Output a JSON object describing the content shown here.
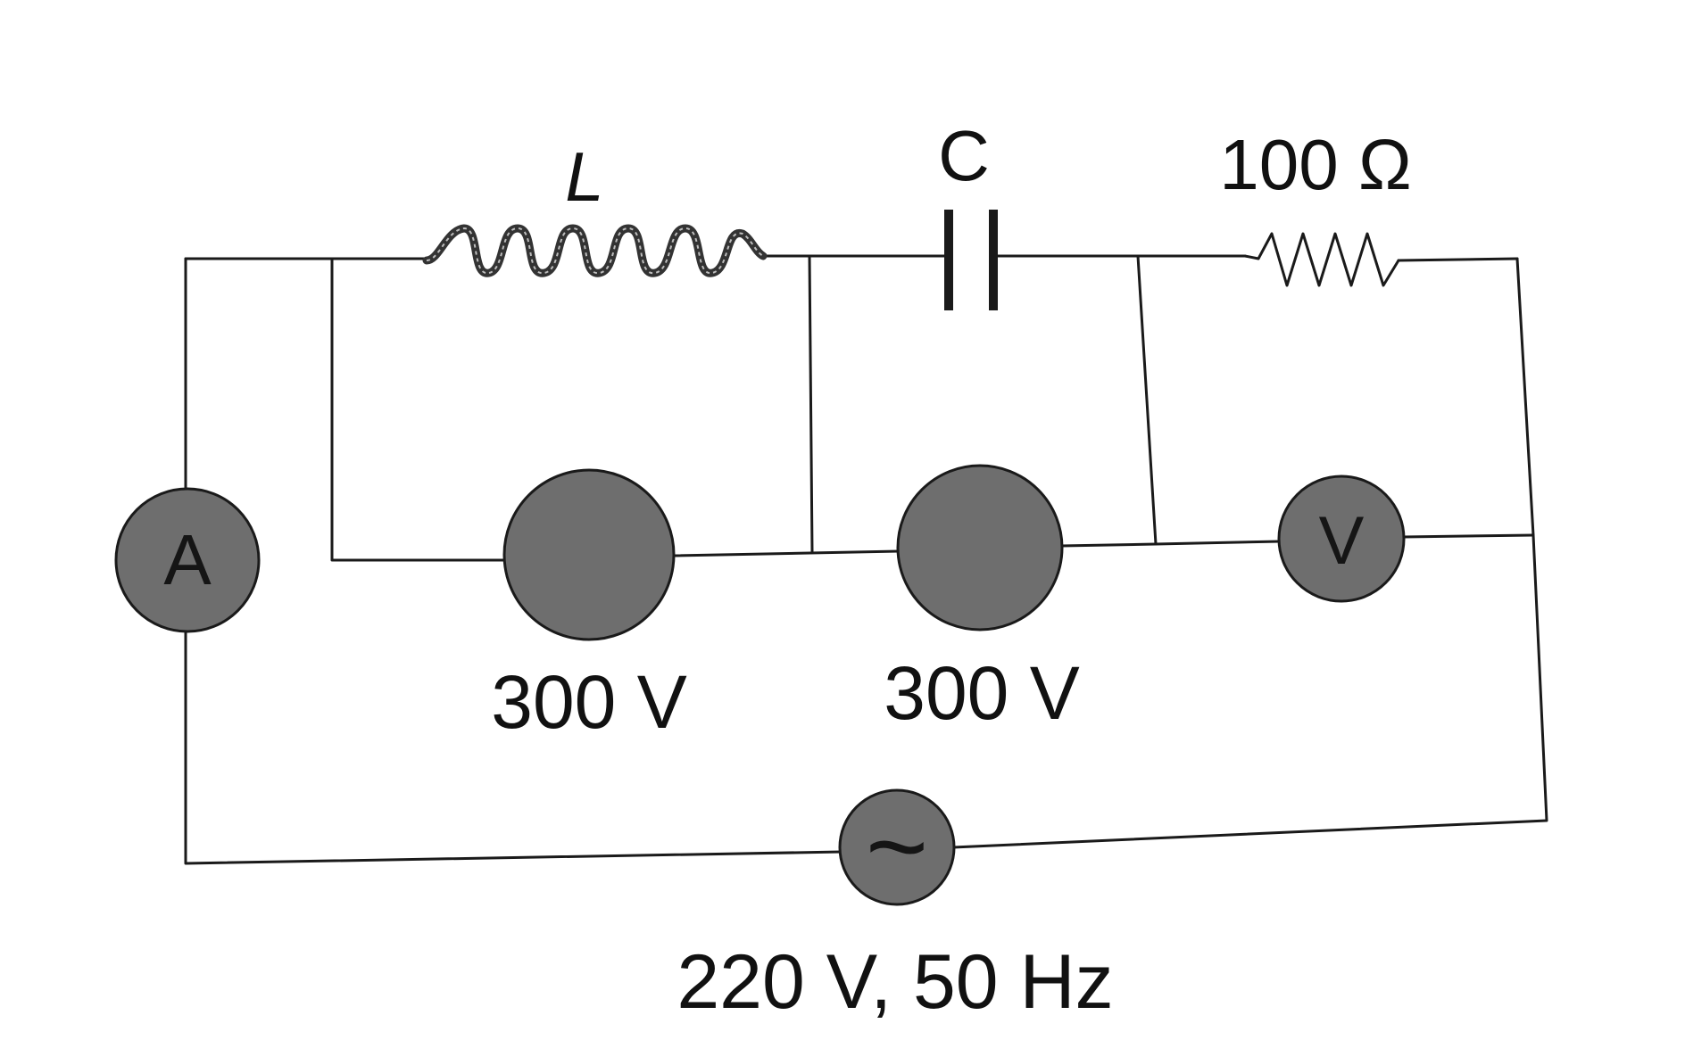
{
  "labels": {
    "inductor": "L",
    "capacitor": "C",
    "resistor": "100 Ω",
    "voltmeter_inductor": "300 V",
    "voltmeter_capacitor": "300 V",
    "source": "220 V, 50 Hz"
  },
  "meters": {
    "ammeter": "A",
    "voltmeter_resistor": "V",
    "source_symbol": "~"
  },
  "colors": {
    "wire": "#1a1a1a",
    "meter_fill": "#6e6e6e",
    "background": "#ffffff"
  }
}
